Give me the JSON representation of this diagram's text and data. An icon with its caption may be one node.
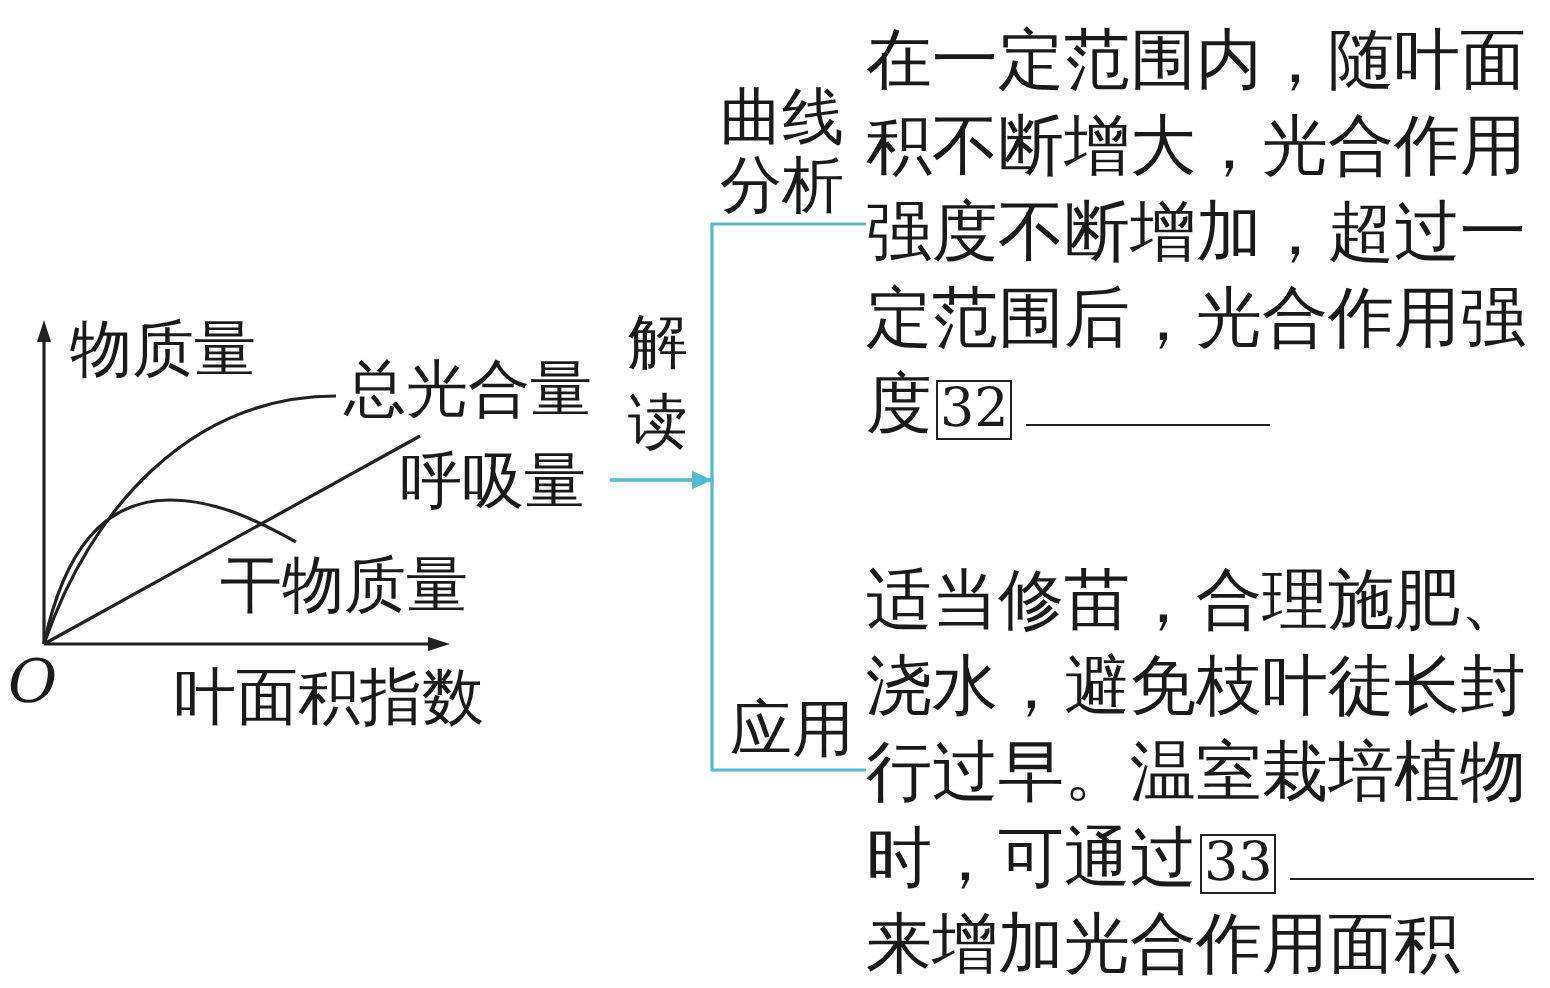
{
  "diagram": {
    "nodes": [
      {
        "text": [
          "物质量",
          "总光合量",
          "呼吸量",
          "干物质量",
          "O",
          "叶面积指数"
        ]
      },
      {
        "text": [
          "在一定范围内，随叶面积不断增大，光合作用强度不断增加，超过一定范围后，光合作用强度",
          "32"
        ]
      },
      {
        "text": [
          "适当修苗，合理施肥、浇水，避免枝叶徒长封行过早。温室栽培植物时，可通过",
          "33",
          "来增加光合作用面积"
        ]
      }
    ],
    "edges": [
      {
        "from": 0,
        "to": 1,
        "arrow": "to",
        "label": "曲线分析"
      },
      {
        "from": 0,
        "to": 2,
        "arrow": "to",
        "label": "应用"
      }
    ],
    "labels": [
      "解读"
    ]
  }
}
